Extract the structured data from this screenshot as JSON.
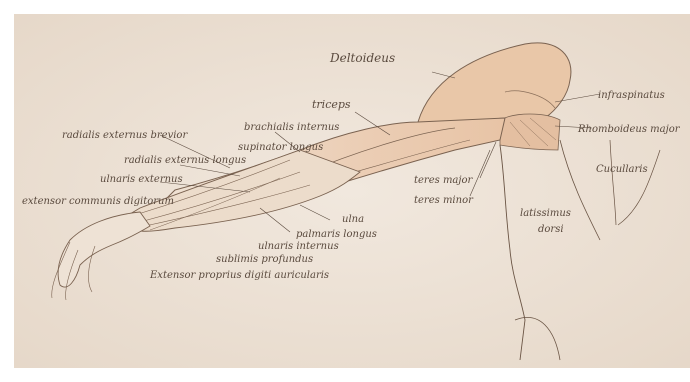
{
  "drawing": {
    "labels": {
      "deltoideus": "Deltoideus",
      "triceps": "triceps",
      "brachialis_internus": "brachialis internus",
      "supinator_longus": "supinator longus",
      "radialis_externus_brevior": "radialis externus brevior",
      "radialis_externus_longus": "radialis externus longus",
      "ulnaris_externus": "ulnaris externus",
      "extensor_communis": "extensor communis digitorum",
      "ulna": "ulna",
      "palmaris_longus": "palmaris longus",
      "ulnaris_internus": "ulnaris internus",
      "sublimis_profundus": "sublimis profundus",
      "extensor_proprius": "Extensor proprius digiti auricularis",
      "teres_major": "teres major",
      "teres_minor": "teres minor",
      "infraspinatus": "infraspinatus",
      "rhomboideus_major": "Rhomboideus major",
      "latissimus_dorsi_1": "latissimus",
      "latissimus_dorsi_2": "dorsi",
      "cucullaris": "Cucullaris"
    },
    "colors": {
      "paper": "#eee3d8",
      "ink": "#5a4a3e",
      "muscle": "#e8c9ad"
    }
  }
}
